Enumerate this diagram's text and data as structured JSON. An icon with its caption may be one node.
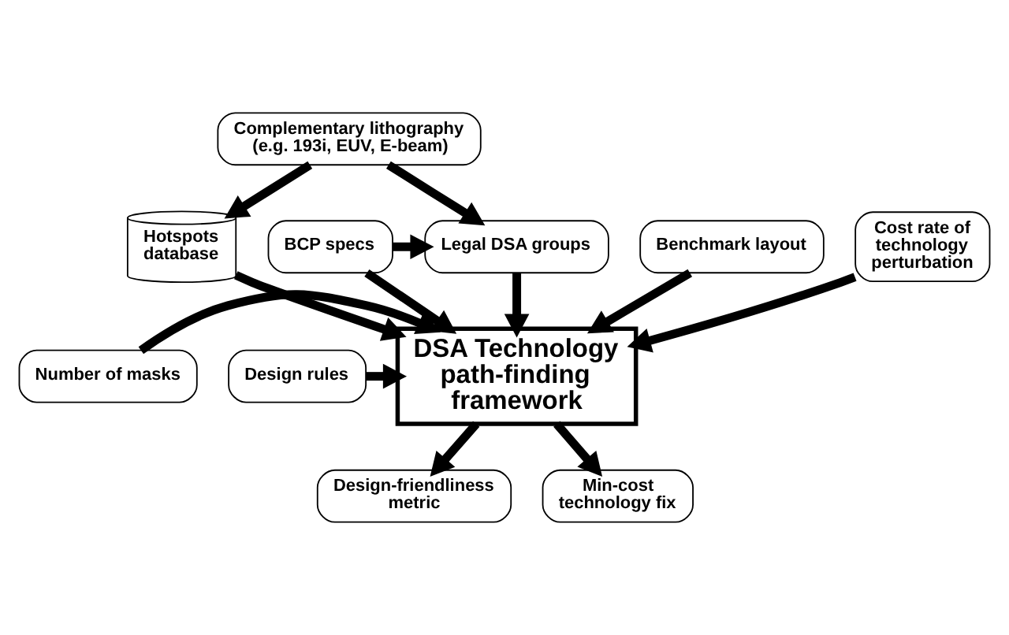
{
  "diagram": {
    "nodes": [
      {
        "text": [
          "Complementary lithography (e.g. 193i, EUV, E-beam)"
        ]
      },
      {
        "text": [
          "Hotspots database"
        ]
      },
      {
        "text": [
          "Legal DSA groups"
        ]
      },
      {
        "text": [
          "Benchmark layout"
        ]
      },
      {
        "text": [
          "Number of masks"
        ]
      },
      {
        "text": [
          "Design rules"
        ]
      },
      {
        "text": [
          "DSA Technology path-finding framework"
        ]
      },
      {
        "text": [
          "BCP specs"
        ]
      },
      {
        "text": [
          "Cost rate of technology perturbation"
        ]
      },
      {
        "text": [
          "Design-friendliness metric"
        ]
      },
      {
        "text": [
          "Min-cost technology fix"
        ]
      }
    ],
    "edges": [
      {
        "from": 0,
        "to": 1,
        "arrow": "to"
      },
      {
        "from": 0,
        "to": 2,
        "arrow": "to"
      },
      {
        "from": 7,
        "to": 2,
        "arrow": "to"
      },
      {
        "from": 3,
        "to": 6,
        "arrow": "to"
      },
      {
        "from": 1,
        "to": 6,
        "arrow": "to"
      },
      {
        "from": 2,
        "to": 6,
        "arrow": "to"
      },
      {
        "from": 4,
        "to": 6,
        "arrow": "to"
      },
      {
        "from": 5,
        "to": 6,
        "arrow": "to"
      },
      {
        "from": 7,
        "to": 6,
        "arrow": "to"
      },
      {
        "from": 8,
        "to": 6,
        "arrow": "to"
      },
      {
        "from": 6,
        "to": 9,
        "arrow": "to"
      },
      {
        "from": 6,
        "to": 10,
        "arrow": "to"
      }
    ]
  }
}
